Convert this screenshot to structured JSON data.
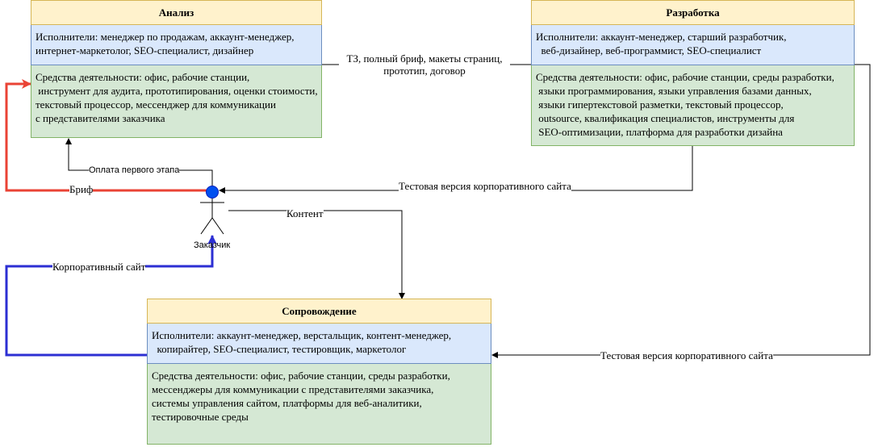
{
  "analysis": {
    "title": "Анализ",
    "performers": "Исполнители: менеджер по продажам, аккаунт-менеджер,\nинтернет-маркетолог, SEO-специалист, дизайнер",
    "tools": "Средства деятельности: офис, рабочие станции,\n инструмент для аудита, прототипирования, оценки стоимости,\nтекстовый процессор, мессенджер для коммуникации\nс представителями заказчика"
  },
  "development": {
    "title": "Разработка",
    "performers": "Исполнители: аккаунт-менеджер, старший разработчик,\n  веб-дизайнер, веб-программист, SEO-специалист",
    "tools": "Средства деятельности: офис, рабочие станции, среды разработки,\n языки программирования, языки управления базами данных,\n языки гипертекстовой разметки, текстовый процессор,\n outsource, квалификация специалистов, инструменты для\n SEO-оптимизации, платформа для разработки дизайна"
  },
  "support": {
    "title": "Сопровождение",
    "performers": "Исполнители: аккаунт-менеджер, верстальщик, контент-менеджер,\n  копирайтер, SEO-специалист, тестировщик, маркетолог",
    "tools": "Средства деятельности: офис, рабочие станции, среды разработки,\nмессенджеры для коммуникации с представителями заказчика,\nсистемы управления сайтом, платформы для веб-аналитики,\nтестировочные среды"
  },
  "actor": {
    "label": "Заказчик"
  },
  "edges": {
    "tz": "ТЗ, полный бриф, макеты страниц,\nпрототип, договор",
    "payment": "Оплата первого этапа",
    "brief": "Бриф",
    "test_to_client": "Тестовая версия корпоративного сайта",
    "content": "Контент",
    "corporate_site": "Корпоративный сайт",
    "test_to_support": "Тестовая версия корпоративного сайта"
  },
  "colors": {
    "red": "#ea4335",
    "blue": "#2c2fd3",
    "actor_fill": "#0050ef"
  }
}
